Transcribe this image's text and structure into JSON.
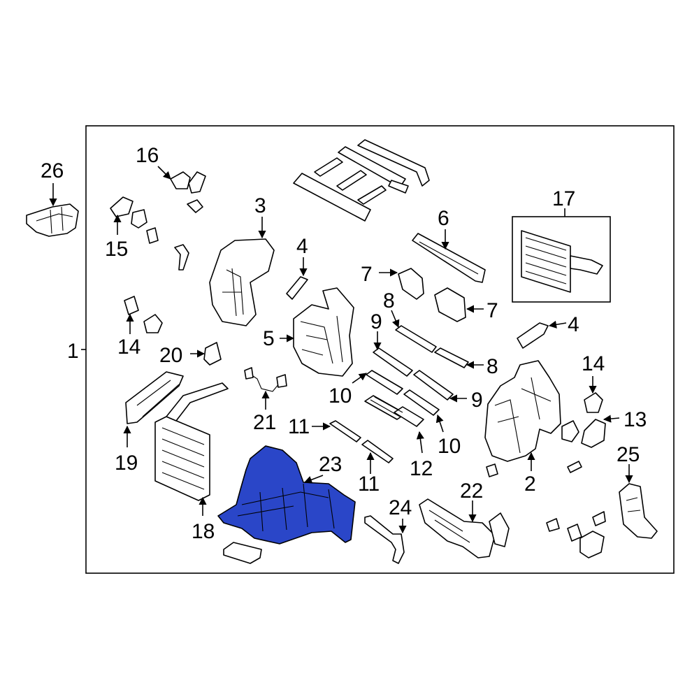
{
  "colors": {
    "highlight": "#2a46c8",
    "line": "#000000",
    "background": "#ffffff"
  },
  "labels": {
    "l1": "1",
    "l2": "2",
    "l3": "3",
    "l4a": "4",
    "l4b": "4",
    "l5": "5",
    "l6": "6",
    "l7a": "7",
    "l7b": "7",
    "l8a": "8",
    "l8b": "8",
    "l9a": "9",
    "l9b": "9",
    "l10a": "10",
    "l10b": "10",
    "l11a": "11",
    "l11b": "11",
    "l12": "12",
    "l13": "13",
    "l14a": "14",
    "l14b": "14",
    "l15": "15",
    "l16": "16",
    "l17": "17",
    "l18": "18",
    "l19": "19",
    "l20": "20",
    "l21": "21",
    "l22": "22",
    "l23": "23",
    "l24": "24",
    "l25": "25",
    "l26": "26"
  }
}
